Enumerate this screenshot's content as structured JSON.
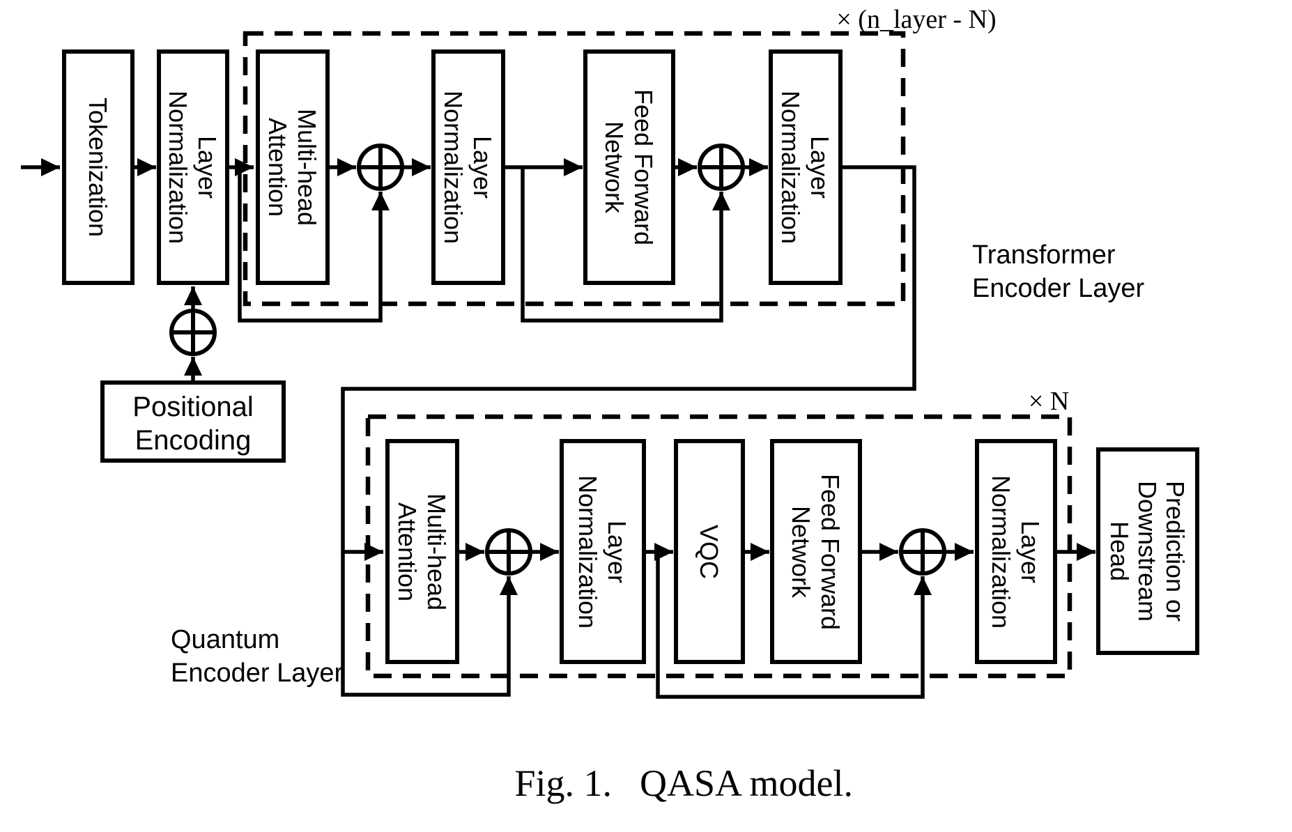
{
  "page": {
    "background_color": "#ffffff",
    "ink_color": "#000000"
  },
  "labels": {
    "tokenization": "Tokenization",
    "layer": "Layer",
    "normalization": "Normalization",
    "multi_head": "Multi-head",
    "attention": "Attention",
    "feed_forward": "Feed Forward",
    "network": "Network",
    "vqc": "VQC",
    "positional": "Positional",
    "encoding": "Encoding",
    "prediction_or": "Prediction or",
    "downstream": "Downstream",
    "head": "Head"
  },
  "annotations": {
    "top_repeat": "× (n_layer - N)",
    "bottom_repeat": "× N",
    "transformer_line1": "Transformer",
    "transformer_line2": "Encoder Layer",
    "quantum_line1": "Quantum",
    "quantum_line2": "Encoder Layer",
    "caption_fig": "Fig. 1.",
    "caption_title": "QASA model."
  },
  "icons": {
    "add_node": "circled-plus"
  }
}
